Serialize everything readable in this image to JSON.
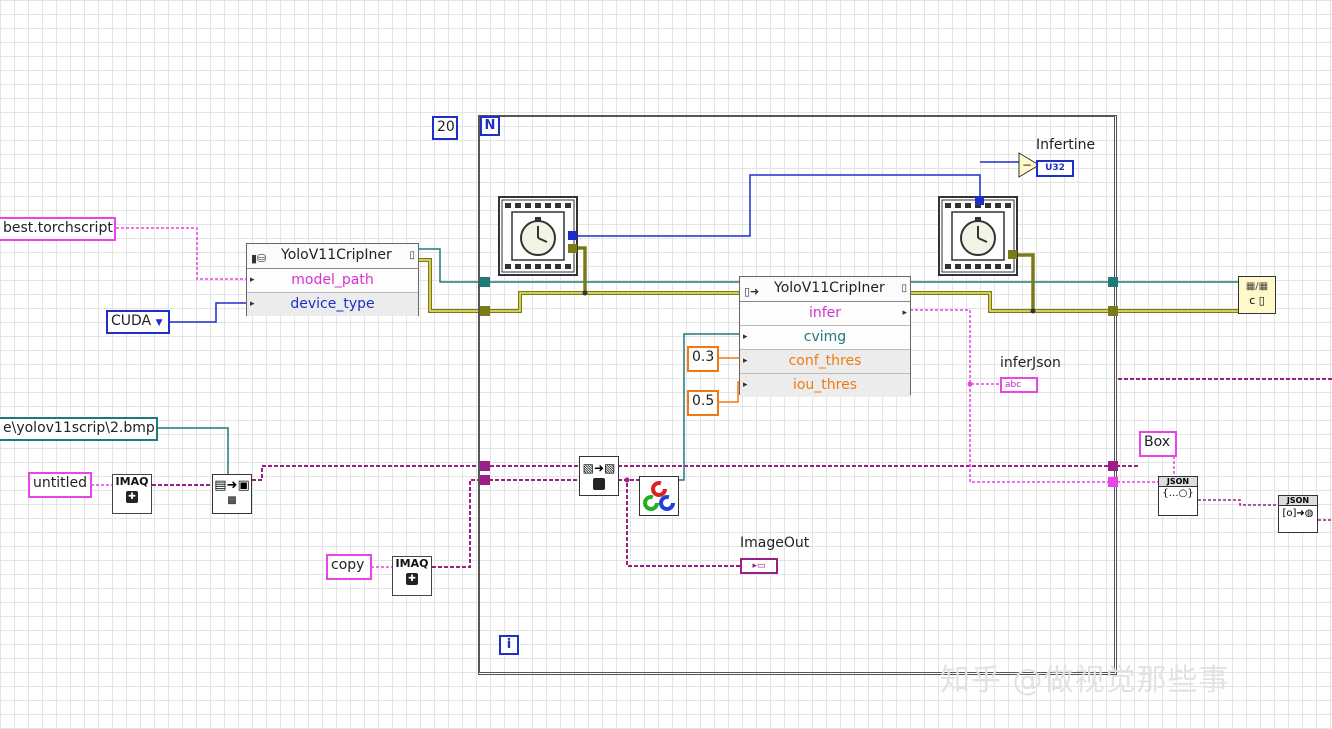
{
  "constants": {
    "model_path_value": "best.torchscript",
    "device_value": "CUDA",
    "image_path_value": "e\\yolov11scrip\\2.bmp",
    "image_name_untitled": "untitled",
    "image_name_copy": "copy",
    "loop_count": "20",
    "conf_value": "0.3",
    "iou_value": "0.5",
    "box_label": "Box"
  },
  "loop": {
    "count_terminal": "N",
    "iteration_terminal": "i"
  },
  "create_node": {
    "title": "YoloV11CripIner",
    "props": [
      "model_path",
      "device_type"
    ]
  },
  "infer_node": {
    "title": "YoloV11CripIner",
    "method": "infer",
    "params": [
      "cvimg",
      "conf_thres",
      "iou_thres"
    ]
  },
  "indicators": {
    "infertine_label": "Infertine",
    "infertine_type": "U32",
    "inferjson_label": "inferJson",
    "inferjson_type": "abc",
    "imageout_label": "ImageOut"
  },
  "imaq_label": "IMAQ",
  "json_label": "JSON",
  "watermark": "知乎 @做视觉那些事",
  "colors": {
    "string_wire": "#e844e8",
    "path_wire": "#1f7a7a",
    "numeric_wire": "#f07a10",
    "integer_wire": "#1c2fc8",
    "refnum_wire": "#7a7a18",
    "loop_border": "#555555"
  }
}
